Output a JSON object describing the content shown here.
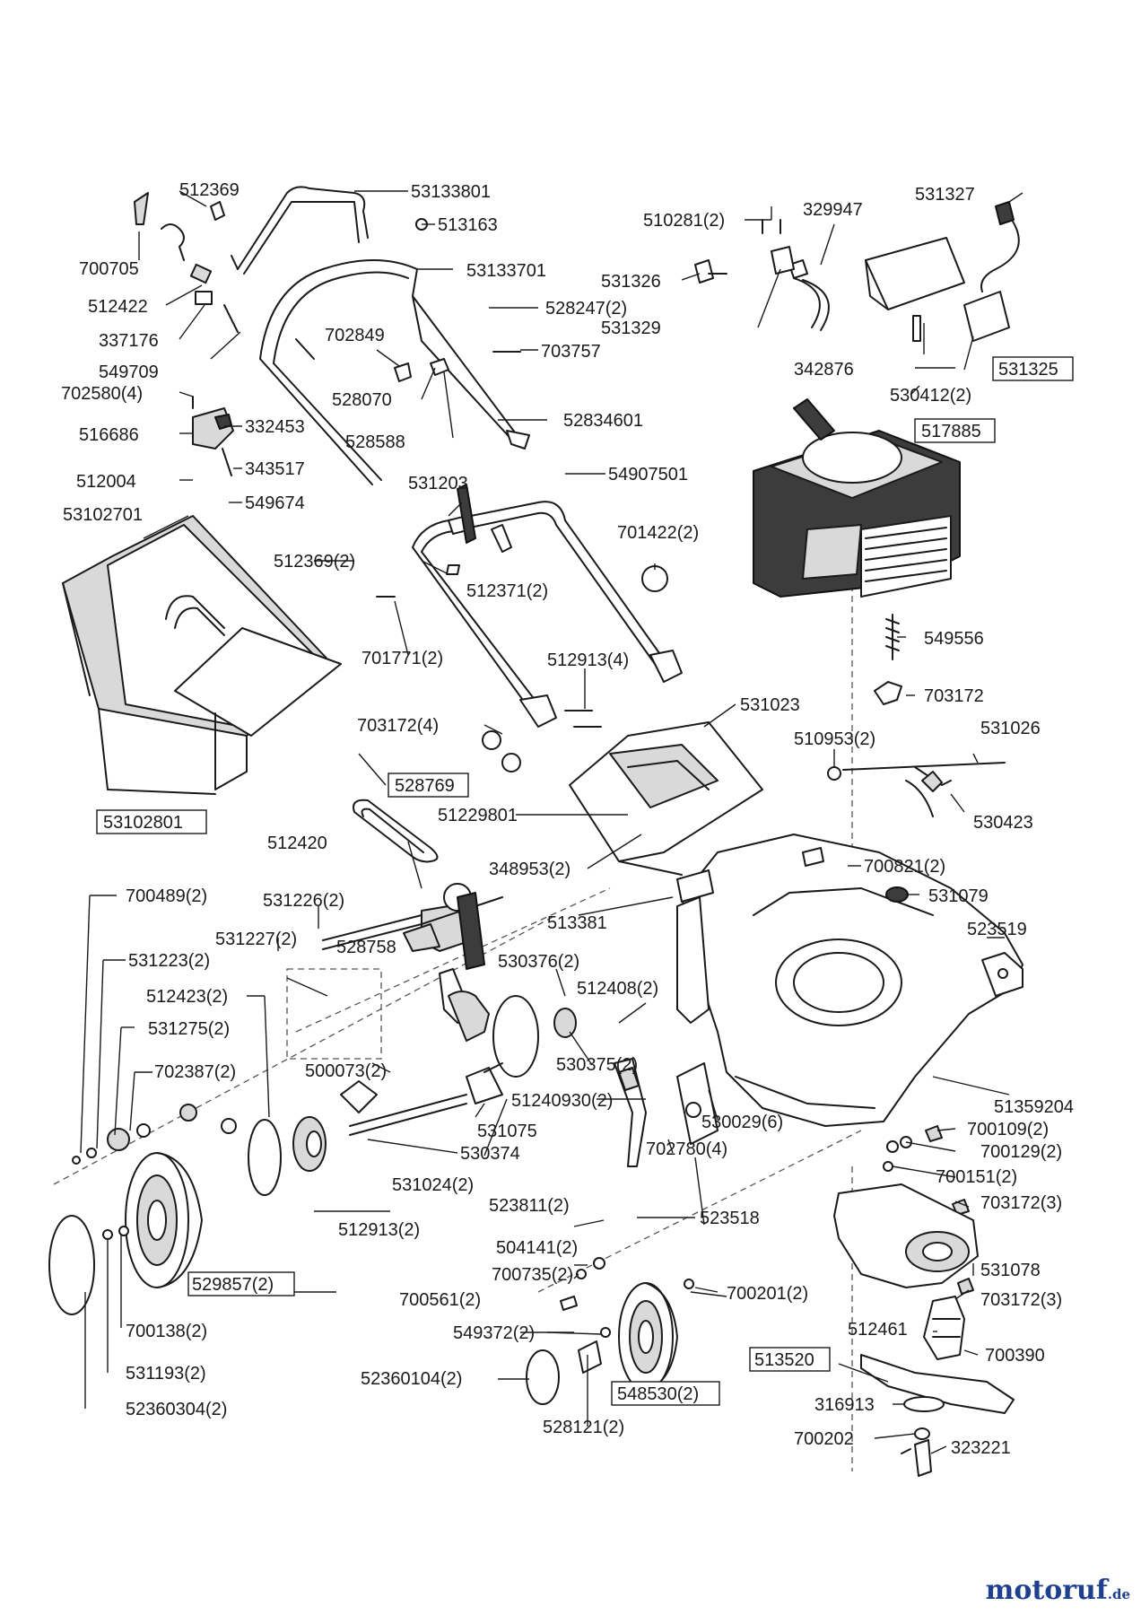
{
  "watermark": {
    "main": "motoruf",
    "suffix": ".de",
    "color": "#1f3f8f"
  },
  "parts": [
    {
      "id": "p01",
      "label": "53133801",
      "boxed": false
    },
    {
      "id": "p02",
      "label": "512369",
      "boxed": false
    },
    {
      "id": "p03",
      "label": "513163",
      "boxed": false
    },
    {
      "id": "p04",
      "label": "700705",
      "boxed": false
    },
    {
      "id": "p05",
      "label": "53133701",
      "boxed": false
    },
    {
      "id": "p06",
      "label": "512422",
      "boxed": false
    },
    {
      "id": "p07",
      "label": "528247(2)",
      "boxed": false
    },
    {
      "id": "p08",
      "label": "337176",
      "boxed": false
    },
    {
      "id": "p09",
      "label": "702849",
      "boxed": false
    },
    {
      "id": "p10",
      "label": "703757",
      "boxed": false
    },
    {
      "id": "p11",
      "label": "549709",
      "boxed": false
    },
    {
      "id": "p12",
      "label": "702580(4)",
      "boxed": false
    },
    {
      "id": "p13",
      "label": "528070",
      "boxed": false
    },
    {
      "id": "p14",
      "label": "332453",
      "boxed": false
    },
    {
      "id": "p15",
      "label": "516686",
      "boxed": false
    },
    {
      "id": "p16",
      "label": "52834601",
      "boxed": false
    },
    {
      "id": "p17",
      "label": "528588",
      "boxed": false
    },
    {
      "id": "p18",
      "label": "343517",
      "boxed": false
    },
    {
      "id": "p19",
      "label": "512004",
      "boxed": false
    },
    {
      "id": "p20",
      "label": "549674",
      "boxed": false
    },
    {
      "id": "p21",
      "label": "531203",
      "boxed": false
    },
    {
      "id": "p22",
      "label": "54907501",
      "boxed": false
    },
    {
      "id": "p23",
      "label": "53102701",
      "boxed": false
    },
    {
      "id": "p24",
      "label": "512369(2)",
      "boxed": false
    },
    {
      "id": "p25",
      "label": "512371(2)",
      "boxed": false
    },
    {
      "id": "p26",
      "label": "701422(2)",
      "boxed": false
    },
    {
      "id": "p27",
      "label": "701771(2)",
      "boxed": false
    },
    {
      "id": "p28",
      "label": "512913(4)",
      "boxed": false
    },
    {
      "id": "p29",
      "label": "531023",
      "boxed": false
    },
    {
      "id": "p30",
      "label": "703172(4)",
      "boxed": false
    },
    {
      "id": "p31",
      "label": "528769",
      "boxed": true
    },
    {
      "id": "p32",
      "label": "53102801",
      "boxed": true
    },
    {
      "id": "p33",
      "label": "51229801",
      "boxed": false
    },
    {
      "id": "p34",
      "label": "512420",
      "boxed": false
    },
    {
      "id": "p35",
      "label": "348953(2)",
      "boxed": false
    },
    {
      "id": "p36",
      "label": "700489(2)",
      "boxed": false
    },
    {
      "id": "p37",
      "label": "531226(2)",
      "boxed": false
    },
    {
      "id": "p38",
      "label": "513381",
      "boxed": false
    },
    {
      "id": "p39",
      "label": "531227(2)",
      "boxed": false
    },
    {
      "id": "p40",
      "label": "528758",
      "boxed": false
    },
    {
      "id": "p41",
      "label": "531223(2)",
      "boxed": false
    },
    {
      "id": "p42",
      "label": "530376(2)",
      "boxed": false
    },
    {
      "id": "p43",
      "label": "512423(2)",
      "boxed": false
    },
    {
      "id": "p44",
      "label": "512408(2)",
      "boxed": false
    },
    {
      "id": "p45",
      "label": "531275(2)",
      "boxed": false
    },
    {
      "id": "p46",
      "label": "500073(2)",
      "boxed": false
    },
    {
      "id": "p47",
      "label": "530375(2)",
      "boxed": false
    },
    {
      "id": "p48",
      "label": "702387(2)",
      "boxed": false
    },
    {
      "id": "p49",
      "label": "51240930(2)",
      "boxed": false
    },
    {
      "id": "p50",
      "label": "531075",
      "boxed": false
    },
    {
      "id": "p51",
      "label": "530374",
      "boxed": false
    },
    {
      "id": "p52",
      "label": "530029(6)",
      "boxed": false
    },
    {
      "id": "p53",
      "label": "702780(4)",
      "boxed": false
    },
    {
      "id": "p54",
      "label": "531024(2)",
      "boxed": false
    },
    {
      "id": "p55",
      "label": "523811(2)",
      "boxed": false
    },
    {
      "id": "p56",
      "label": "523518",
      "boxed": false
    },
    {
      "id": "p57",
      "label": "512913(2)",
      "boxed": false
    },
    {
      "id": "p58",
      "label": "504141(2)",
      "boxed": false
    },
    {
      "id": "p59",
      "label": "700735(2)",
      "boxed": false
    },
    {
      "id": "p60",
      "label": "529857(2)",
      "boxed": true
    },
    {
      "id": "p61",
      "label": "700561(2)",
      "boxed": false
    },
    {
      "id": "p62",
      "label": "700201(2)",
      "boxed": false
    },
    {
      "id": "p63",
      "label": "700138(2)",
      "boxed": false
    },
    {
      "id": "p64",
      "label": "549372(2)",
      "boxed": false
    },
    {
      "id": "p65",
      "label": "531193(2)",
      "boxed": false
    },
    {
      "id": "p66",
      "label": "52360104(2)",
      "boxed": false
    },
    {
      "id": "p67",
      "label": "548530(2)",
      "boxed": true
    },
    {
      "id": "p68",
      "label": "52360304(2)",
      "boxed": false
    },
    {
      "id": "p69",
      "label": "528121(2)",
      "boxed": false
    },
    {
      "id": "p70",
      "label": "510281(2)",
      "boxed": false
    },
    {
      "id": "p71",
      "label": "329947",
      "boxed": false
    },
    {
      "id": "p72",
      "label": "531327",
      "boxed": false
    },
    {
      "id": "p73",
      "label": "531326",
      "boxed": false
    },
    {
      "id": "p74",
      "label": "531329",
      "boxed": false
    },
    {
      "id": "p75",
      "label": "342876",
      "boxed": false
    },
    {
      "id": "p76",
      "label": "531325",
      "boxed": true
    },
    {
      "id": "p77",
      "label": "530412(2)",
      "boxed": false
    },
    {
      "id": "p78",
      "label": "517885",
      "boxed": true
    },
    {
      "id": "p79",
      "label": "549556",
      "boxed": false
    },
    {
      "id": "p80",
      "label": "703172",
      "boxed": false
    },
    {
      "id": "p81",
      "label": "510953(2)",
      "boxed": false
    },
    {
      "id": "p82",
      "label": "531026",
      "boxed": false
    },
    {
      "id": "p83",
      "label": "530423",
      "boxed": false
    },
    {
      "id": "p84",
      "label": "700821(2)",
      "boxed": false
    },
    {
      "id": "p85",
      "label": "531079",
      "boxed": false
    },
    {
      "id": "p86",
      "label": "523519",
      "boxed": false
    },
    {
      "id": "p87",
      "label": "51359204",
      "boxed": false
    },
    {
      "id": "p88",
      "label": "700109(2)",
      "boxed": false
    },
    {
      "id": "p89",
      "label": "700129(2)",
      "boxed": false
    },
    {
      "id": "p90",
      "label": "700151(2)",
      "boxed": false
    },
    {
      "id": "p91",
      "label": "703172(3)",
      "boxed": false
    },
    {
      "id": "p92",
      "label": "531078",
      "boxed": false
    },
    {
      "id": "p93",
      "label": "703172(3)",
      "boxed": false
    },
    {
      "id": "p94",
      "label": "512461",
      "boxed": false
    },
    {
      "id": "p95",
      "label": "700390",
      "boxed": false
    },
    {
      "id": "p96",
      "label": "513520",
      "boxed": true
    },
    {
      "id": "p97",
      "label": "316913",
      "boxed": false
    },
    {
      "id": "p98",
      "label": "700202",
      "boxed": false
    },
    {
      "id": "p99",
      "label": "323221",
      "boxed": false
    }
  ]
}
